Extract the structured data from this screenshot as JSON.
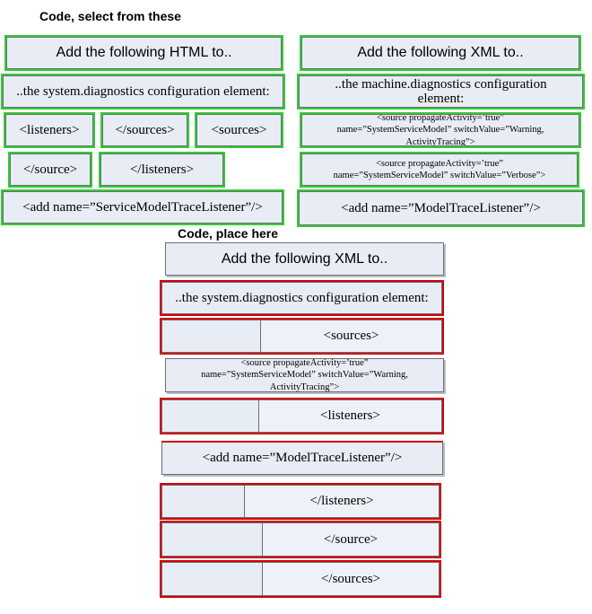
{
  "headings": {
    "select": "Code, select from these",
    "place": "Code, place here"
  },
  "source_items": {
    "html_intro": "Add the following HTML  to..",
    "system_diag": "..the system.diagnostics configuration element:",
    "listeners_open": "<listeners>",
    "sources_close": "</sources>",
    "sources_open": "<sources>",
    "source_close": "</source>",
    "listeners_close": "</listeners>",
    "add_service": "<add name=”ServiceModelTraceListener”/>",
    "xml_intro": "Add the following XML to..",
    "machine_diag": "..the machine.diagnostics configuration element:",
    "source_warning": "<source propagateActivity=’true” name=”SystemServiceModel” switchValue=”Warning, ActivityTracing”>",
    "source_verbose": "<source propagateActivity=’true” name=”SystemServiceModel” switchValue=”Verbose”>",
    "add_model": "<add name=”ModelTraceListener”/>"
  },
  "answer_items": {
    "xml_intro": "Add the following XML to..",
    "system_diag": "..the system.diagnostics configuration element:",
    "sources_open": "<sources>",
    "source_warning": "<source propagateActivity=’true” name=”SystemServiceModel” switchValue=”Warning, ActivityTracing”>",
    "listeners_open": "<listeners>",
    "add_model": "<add name=”ModelTraceListener”/>",
    "listeners_close": "</listeners>",
    "source_close": "</source>",
    "sources_close": "</sources>"
  },
  "colors": {
    "select_outline": "#33cc33",
    "place_outline": "#d40000",
    "box_fill": "#e8ecf4"
  }
}
